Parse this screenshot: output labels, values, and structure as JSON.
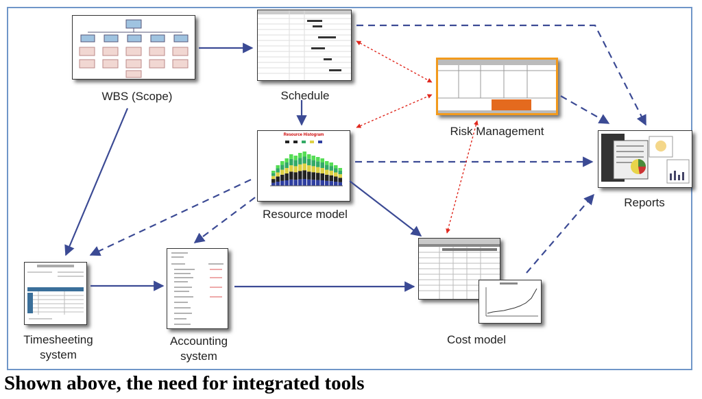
{
  "nodes": {
    "wbs": "WBS (Scope)",
    "schedule": "Schedule",
    "risk": "Risk Management",
    "resource": "Resource model",
    "reports": "Reports",
    "timesheet_line1": "Timesheeting",
    "timesheet_line2": "system",
    "accounting_line1": "Accounting",
    "accounting_line2": "system",
    "cost": "Cost model"
  },
  "thumbnails": {
    "histogram_title": "Resource Histogram"
  },
  "colors": {
    "frame": "#6f96c8",
    "solid_arrow": "#3b4a94",
    "dashed_arrow": "#3b4a94",
    "risk_arrow": "#e0281e",
    "risk_border": "#f29a1c"
  },
  "caption": "Shown above, the need for integrated tools"
}
